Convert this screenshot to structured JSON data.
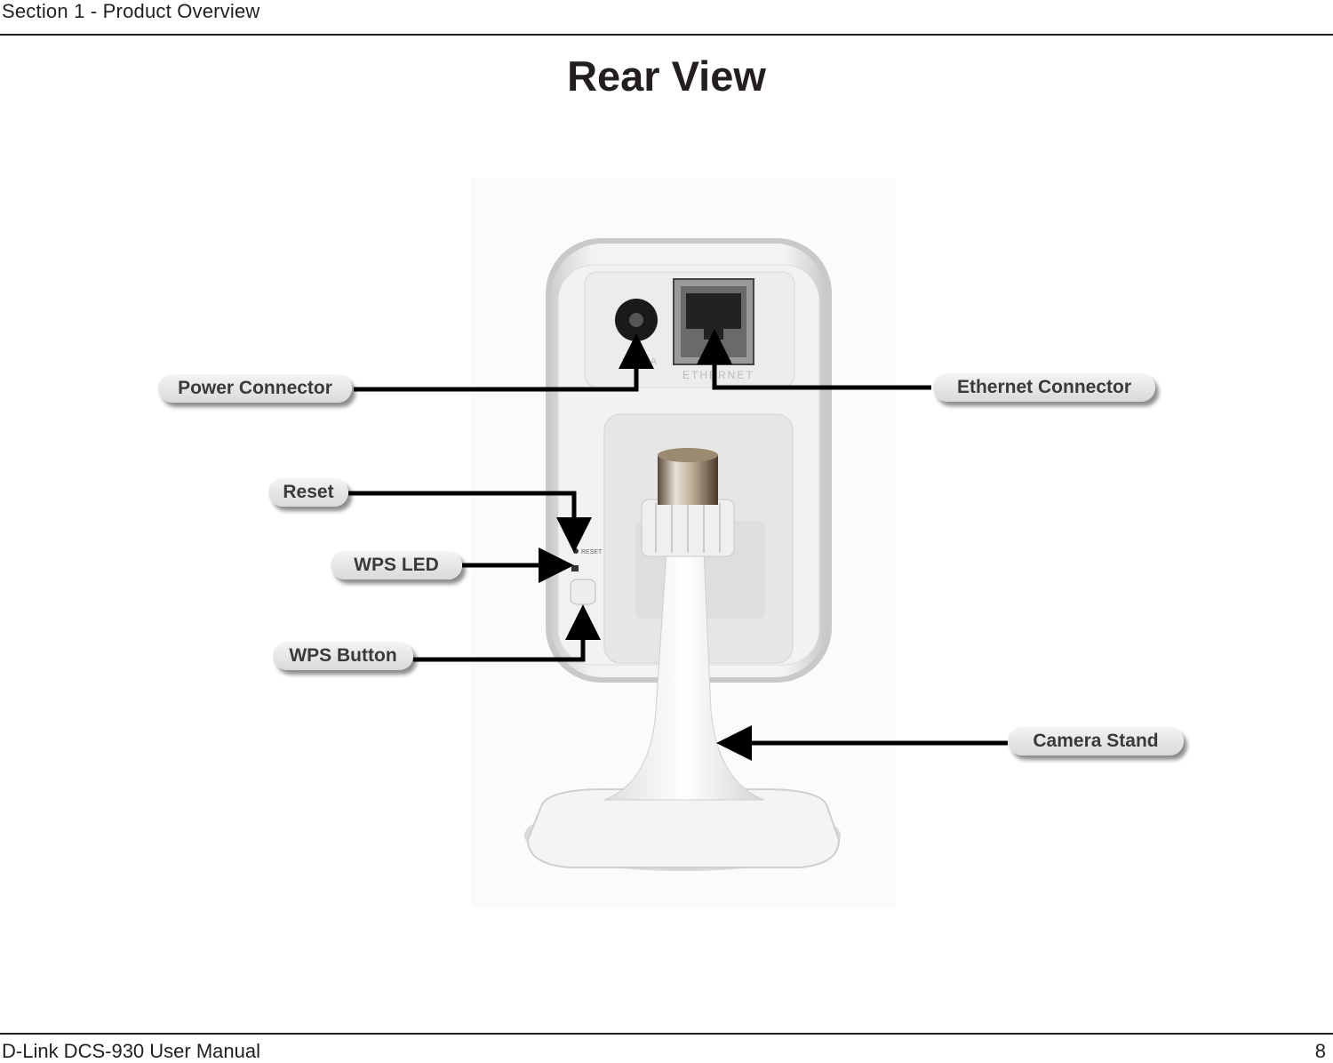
{
  "header": {
    "section": "Section 1 - Product Overview"
  },
  "title": "Rear View",
  "labels": {
    "power": "Power Connector",
    "ethernet": "Ethernet Connector",
    "reset": "Reset",
    "wps_led": "WPS LED",
    "wps_button": "WPS Button",
    "stand": "Camera Stand"
  },
  "device_print": {
    "power_rating": "5V 1.2A",
    "port": "ETHERNET",
    "reset_small": "RESET"
  },
  "footer": {
    "manual": "D-Link DCS-930 User Manual",
    "page": "8"
  }
}
